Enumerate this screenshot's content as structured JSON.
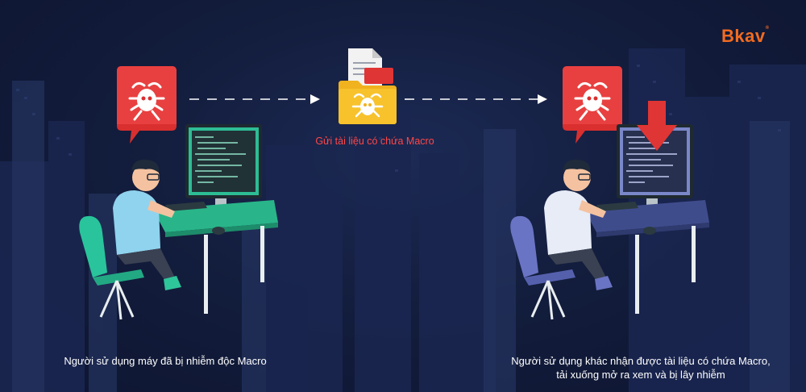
{
  "brand": {
    "logo_text": "Bkav",
    "logo_mark": "®"
  },
  "flow": {
    "send_label": "Gửi tài liệu có chứa Macro"
  },
  "left_scene": {
    "caption": "Người sử dụng máy đã bị nhiễm độc Macro"
  },
  "right_scene": {
    "caption_line1": "Người sử dụng khác nhận được tài liệu có chứa Macro,",
    "caption_line2": "tải xuống mở ra xem và bị lây nhiễm"
  },
  "colors": {
    "accent_orange": "#f26b21",
    "alert_red": "#e03535",
    "label_red": "#ff4747",
    "folder_yellow": "#f7c22b",
    "left_desk": "#2ec59a",
    "right_desk": "#3f4c8c"
  },
  "icons": [
    "bug-alert-icon",
    "document-icon",
    "folder-bug-icon",
    "download-arrow-icon",
    "dashed-arrow-icon"
  ]
}
